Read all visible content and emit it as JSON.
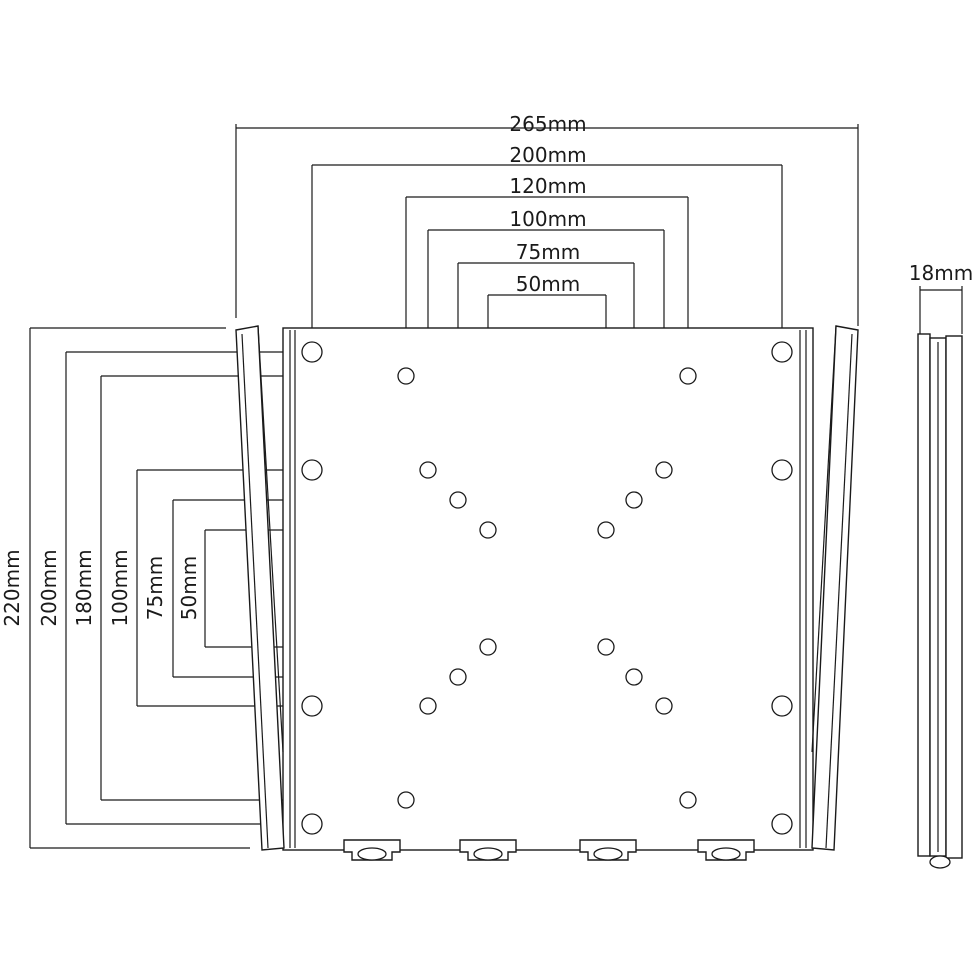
{
  "top_dimensions": [
    "265mm",
    "200mm",
    "120mm",
    "100mm",
    "75mm",
    "50mm"
  ],
  "left_dimensions": [
    "220mm",
    "200mm",
    "180mm",
    "100mm",
    "75mm",
    "50mm"
  ],
  "side_dimension": "18mm"
}
